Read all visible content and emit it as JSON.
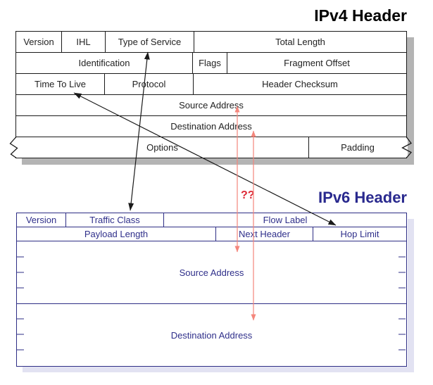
{
  "ipv4": {
    "title": "IPv4 Header",
    "fields": {
      "version": "Version",
      "ihl": "IHL",
      "type_of_service": "Type of Service",
      "total_length": "Total Length",
      "identification": "Identification",
      "flags": "Flags",
      "fragment_offset": "Fragment Offset",
      "time_to_live": "Time To Live",
      "protocol": "Protocol",
      "header_checksum": "Header Checksum",
      "source_address": "Source Address",
      "destination_address": "Destination Address",
      "options": "Options",
      "padding": "Padding"
    }
  },
  "ipv6": {
    "title": "IPv6 Header",
    "fields": {
      "version": "Version",
      "traffic_class": "Traffic Class",
      "flow_label": "Flow Label",
      "payload_length": "Payload Length",
      "next_header": "Next Header",
      "hop_limit": "Hop Limit",
      "source_address": "Source Address",
      "destination_address": "Destination Address"
    }
  },
  "annotations": {
    "uncertain_mapping_label": "??"
  },
  "colors": {
    "ipv4_ink": "#1a1a1a",
    "ipv6_ink": "#2e2e85",
    "mapping_arrow": "#f4867c",
    "uncertain_label": "#dd2936",
    "ipv4_shadow": "#b4b4b4",
    "ipv6_shadow": "#e2e2f2"
  }
}
